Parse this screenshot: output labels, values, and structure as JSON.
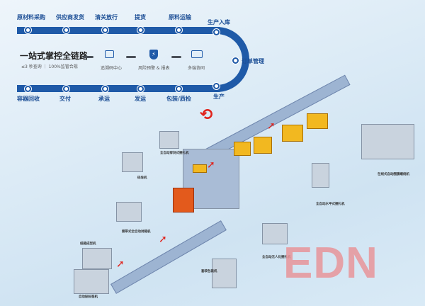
{
  "top_steps": [
    "原材料采购",
    "供应商发货",
    "清关放行",
    "提货",
    "原料运输",
    "生产入库"
  ],
  "right_step": "订单管理",
  "bottom_steps": [
    "容器回收",
    "交付",
    "承运",
    "发运",
    "包装/质检",
    "生产"
  ],
  "headline": "一站式掌控全链路",
  "subline": "≤3 秒查询 ｜ 100%监管合规",
  "features": [
    {
      "icon": "trace-center-icon",
      "label": "追溯码中心"
    },
    {
      "icon": "shield-icon",
      "label": "风险预警 & 报表"
    },
    {
      "icon": "devices-icon",
      "label": "多端协同"
    }
  ],
  "machines": [
    "全自动穿剑式捆扎机",
    "码垛机",
    "侧带式全自动封箱机",
    "纸箱成型机",
    "自动贴标签机",
    "套袋包装机",
    "全自动无人化捆扎机",
    "全自动水平式捆扎机",
    "在线式自动围膜缠绕机"
  ],
  "watermark": "EDN",
  "colors": {
    "track": "#1f5aa8",
    "accent": "#e0231c",
    "watermark": "#e8959a"
  }
}
